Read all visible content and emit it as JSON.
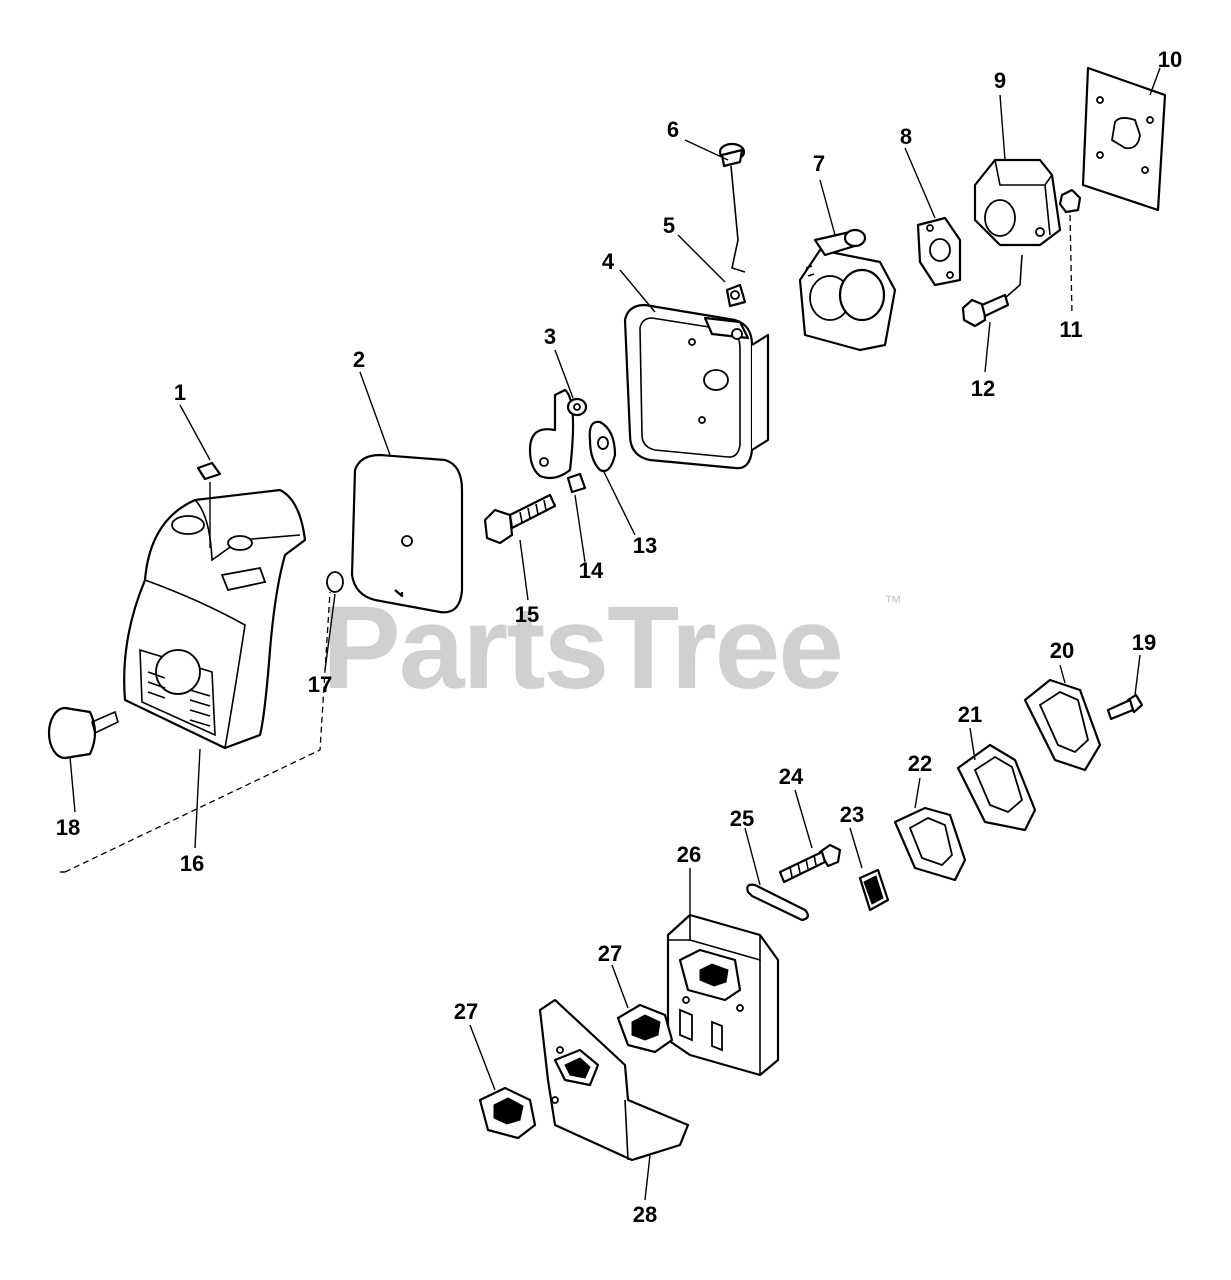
{
  "watermark": {
    "brand": "PartsTree",
    "trademark": "™"
  },
  "callouts": {
    "c1": "1",
    "c2": "2",
    "c3": "3",
    "c4": "4",
    "c5": "5",
    "c6": "6",
    "c7": "7",
    "c8": "8",
    "c9": "9",
    "c10": "10",
    "c11": "11",
    "c12": "12",
    "c13": "13",
    "c14": "14",
    "c15": "15",
    "c16": "16",
    "c17": "17",
    "c18": "18",
    "c19": "19",
    "c20": "20",
    "c21": "21",
    "c22": "22",
    "c23": "23",
    "c24": "24",
    "c25": "25",
    "c26": "26",
    "c27a": "27",
    "c27b": "27",
    "c28": "28"
  }
}
